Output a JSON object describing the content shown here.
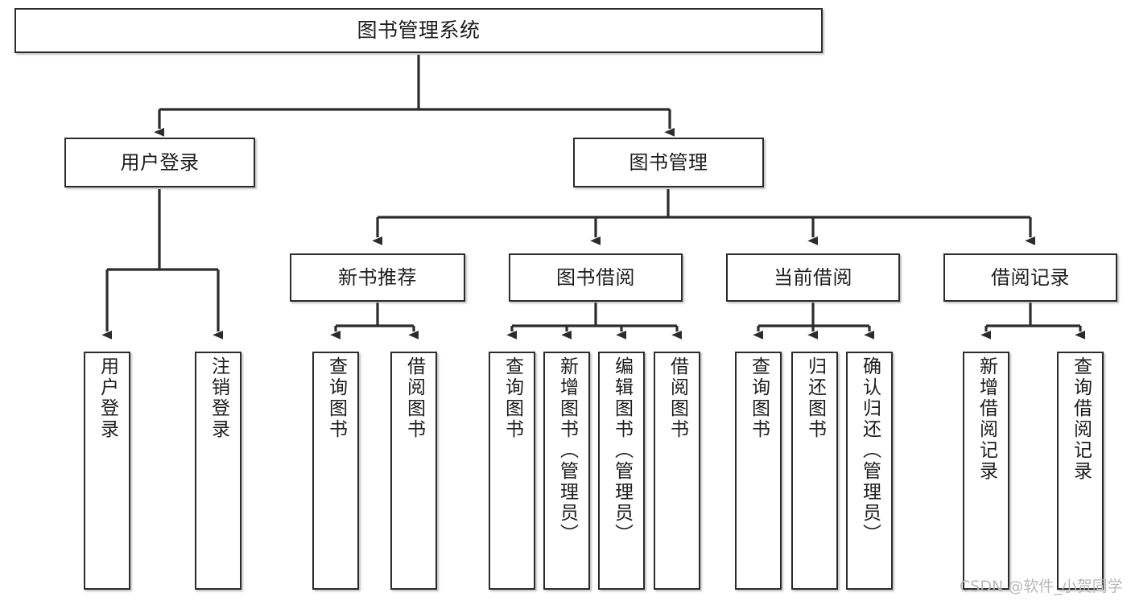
{
  "diagram": {
    "title": "图书管理系统",
    "type": "tree-hierarchy",
    "watermark": "CSDN @软件_小贺同学",
    "colors": {
      "border": "#2c2c2c",
      "background": "#ffffff",
      "text": "#1d1d1d",
      "connector": "#2c2c2c",
      "watermark": "#b9b9b9"
    },
    "root": {
      "label": "图书管理系统"
    },
    "level1": [
      {
        "id": "user-login",
        "label": "用户登录"
      },
      {
        "id": "book-management",
        "label": "图书管理"
      }
    ],
    "level2": [
      {
        "id": "new-book-recommend",
        "label": "新书推荐"
      },
      {
        "id": "book-borrow",
        "label": "图书借阅"
      },
      {
        "id": "current-borrow",
        "label": "当前借阅"
      },
      {
        "id": "borrow-record",
        "label": "借阅记录"
      }
    ],
    "leaves": {
      "user_login": [
        {
          "id": "leaf-user-login",
          "label": "用户登录"
        },
        {
          "id": "leaf-logout-login",
          "label": "注销登录"
        }
      ],
      "new_book_recommend": [
        {
          "id": "leaf-query-book-1",
          "label": "查询图书"
        },
        {
          "id": "leaf-borrow-book-1",
          "label": "借阅图书"
        }
      ],
      "book_borrow": [
        {
          "id": "leaf-query-book-2",
          "label": "查询图书"
        },
        {
          "id": "leaf-add-book",
          "label": "新增图书（管理员）"
        },
        {
          "id": "leaf-edit-book",
          "label": "编辑图书（管理员）"
        },
        {
          "id": "leaf-borrow-book-2",
          "label": "借阅图书"
        }
      ],
      "current_borrow": [
        {
          "id": "leaf-query-book-3",
          "label": "查询图书"
        },
        {
          "id": "leaf-return-book",
          "label": "归还图书"
        },
        {
          "id": "leaf-confirm-return",
          "label": "确认归还（管理员）"
        }
      ],
      "borrow_record": [
        {
          "id": "leaf-add-record",
          "label": "新增借阅记录"
        },
        {
          "id": "leaf-query-record",
          "label": "查询借阅记录"
        }
      ]
    }
  }
}
